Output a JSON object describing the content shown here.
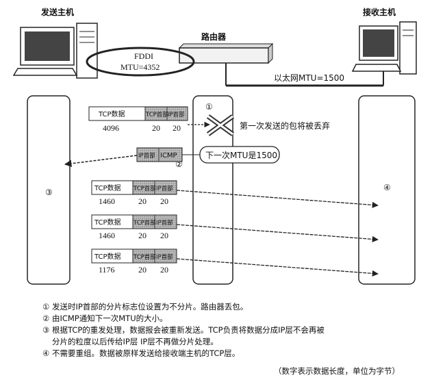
{
  "labels": {
    "sender": "发送主机",
    "receiver": "接收主机",
    "router": "路由器",
    "fddi": "FDDI",
    "fddi_mtu": "MTU=4352",
    "ethernet": "以太网MTU=1500",
    "drop_note": "第一次发送的包将被丢弃",
    "icmp_note": "下一次MTU是1500"
  },
  "markers": {
    "m1": "①",
    "m2": "②",
    "m3": "③",
    "m4": "④"
  },
  "first_packet": {
    "data": "TCP数据",
    "tcp": "TCP首部",
    "ip": "IP首部",
    "size": "4096",
    "tcp_size": "20",
    "ip_size": "20"
  },
  "icmp_packet": {
    "ip": "IP首部",
    "icmp": "ICMP"
  },
  "segments": [
    {
      "data": "TCP数据",
      "tcp": "TCP首部",
      "ip": "IP首部",
      "size": "1460",
      "tcp_size": "20",
      "ip_size": "20"
    },
    {
      "data": "TCP数据",
      "tcp": "TCP首部",
      "ip": "IP首部",
      "size": "1460",
      "tcp_size": "20",
      "ip_size": "20"
    },
    {
      "data": "TCP数据",
      "tcp": "TCP首部",
      "ip": "IP首部",
      "size": "1176",
      "tcp_size": "20",
      "ip_size": "20"
    }
  ],
  "notes": [
    "① 发送时IP首部的分片标志位设置为不分片。路由器丢包。",
    "② 由ICMP通知下一次MTU的大小。",
    "③ 根据TCP的重发处理，数据报会被重新发送。TCP负责将数据分成IP层不会再被",
    "分片的粒度以后传给IP层 IP层不再做分片处理。",
    "④ 不需要重组。数据被原样发送给接收端主机的TCP层。"
  ],
  "unit_note": "（数字表示数据长度，单位为字节）"
}
